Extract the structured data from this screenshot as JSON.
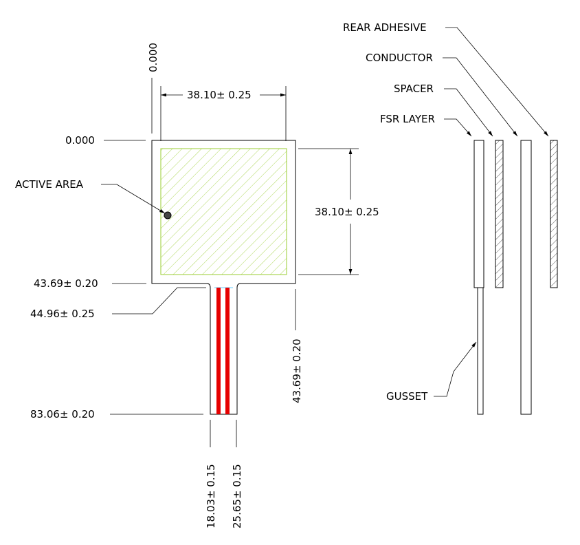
{
  "dimensions": {
    "origin_x": "0.000",
    "origin_y": "0.000",
    "width": "38.10± 0.25",
    "height": "38.10± 0.25",
    "tail_top_left": "43.69± 0.20",
    "tail_top_right": "43.69± 0.20",
    "tail_neck": "44.96± 0.25",
    "tail_end": "83.06± 0.20",
    "trace_left": "18.03± 0.15",
    "trace_right": "25.65± 0.15"
  },
  "labels": {
    "active_area": "ACTIVE AREA",
    "rear_adhesive": "REAR ADHESIVE",
    "conductor": "CONDUCTOR",
    "spacer": "SPACER",
    "fsr_layer": "FSR LAYER",
    "gusset": "GUSSET"
  },
  "colors": {
    "active_area_hatch": "#9acd32",
    "trace": "#e60000",
    "outline": "#000000"
  }
}
